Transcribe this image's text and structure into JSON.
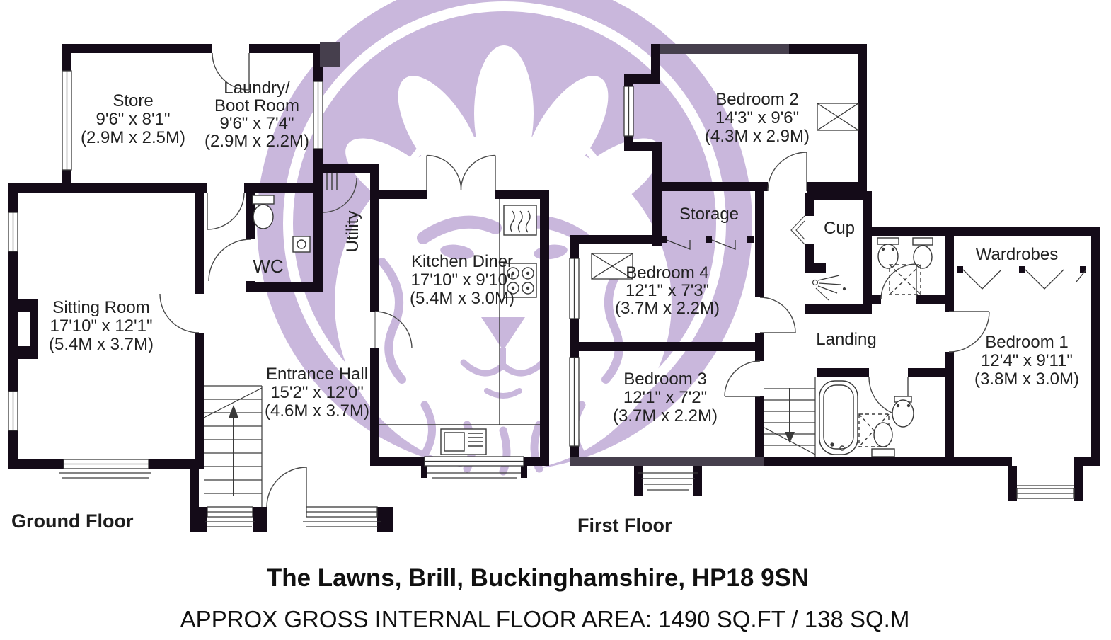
{
  "document_type": "estate agent floorplan",
  "colors": {
    "watermark_purple": "#c9b7dc",
    "wall_black": "#140b18",
    "wall_gray": "#463f4d",
    "text": "#222222"
  },
  "watermark": {
    "icon": "lion-badge-watermark"
  },
  "ground_floor": {
    "label": "Ground Floor",
    "rooms": {
      "store": {
        "name": "Store",
        "dims_ft": "9'6\" x 8'1\"",
        "dims_m": "(2.9M x 2.5M)"
      },
      "laundry": {
        "name_line1": "Laundry/",
        "name_line2": "Boot Room",
        "dims_ft": "9'6\" x 7'4\"",
        "dims_m": "(2.9M x 2.2M)"
      },
      "wc": {
        "name": "WC"
      },
      "utility": {
        "name": "Utility"
      },
      "sitting_room": {
        "name": "Sitting Room",
        "dims_ft": "17'10\" x 12'1\"",
        "dims_m": "(5.4M x 3.7M)"
      },
      "kitchen_diner": {
        "name": "Kitchen Diner",
        "dims_ft": "17'10\" x 9'10\"",
        "dims_m": "(5.4M x 3.0M)"
      },
      "entrance_hall": {
        "name": "Entrance Hall",
        "dims_ft": "15'2\" x 12'0\"",
        "dims_m": "(4.6M x 3.7M)"
      }
    }
  },
  "first_floor": {
    "label": "First Floor",
    "rooms": {
      "bedroom2": {
        "name": "Bedroom 2",
        "dims_ft": "14'3\" x 9'6\"",
        "dims_m": "(4.3M x 2.9M)"
      },
      "storage": {
        "name": "Storage"
      },
      "cup": {
        "name": "Cup"
      },
      "wardrobes": {
        "name": "Wardrobes"
      },
      "bedroom4": {
        "name": "Bedroom 4",
        "dims_ft": "12'1\" x 7'3\"",
        "dims_m": "(3.7M x 2.2M)"
      },
      "bedroom3": {
        "name": "Bedroom 3",
        "dims_ft": "12'1\" x 7'2\"",
        "dims_m": "(3.7M x 2.2M)"
      },
      "landing": {
        "name": "Landing"
      },
      "bedroom1": {
        "name": "Bedroom 1",
        "dims_ft": "12'4\" x 9'11\"",
        "dims_m": "(3.8M x 3.0M)"
      }
    }
  },
  "footer": {
    "address": "The Lawns, Brill, Buckinghamshire, HP18 9SN",
    "area_line": "APPROX GROSS INTERNAL FLOOR AREA: 1490 SQ.FT / 138 SQ.M"
  }
}
